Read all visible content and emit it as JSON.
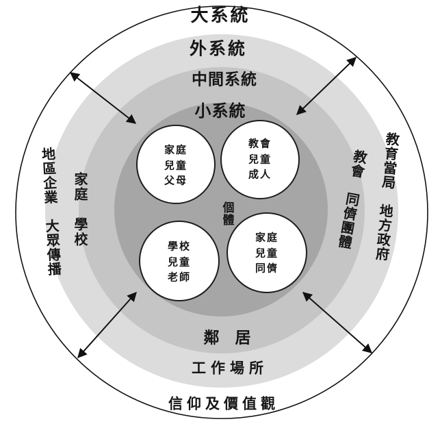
{
  "diagram": {
    "systems": {
      "macro": "大系統",
      "exo": "外系統",
      "meso": "中間系統",
      "micro": "小系統"
    },
    "individual": "個體",
    "microsystem_circles": {
      "top_left": {
        "lines": [
          "家庭",
          "兒童",
          "父母"
        ]
      },
      "top_right": {
        "lines": [
          "教會",
          "兒童",
          "成人"
        ]
      },
      "bottom_left": {
        "lines": [
          "學校",
          "兒童",
          "老師"
        ]
      },
      "bottom_right": {
        "lines": [
          "家庭",
          "兒童",
          "同儕"
        ]
      }
    },
    "ring_labels": {
      "exo_left": "地區企業　大眾傳播",
      "meso_left": "家庭　學校",
      "exo_right": "教育當局　地方政府",
      "meso_right": "教會　同儕團體",
      "meso_bottom": "鄰　居",
      "exo_bottom": "工作場所",
      "macro_bottom": "信仰及價值觀"
    },
    "colors": {
      "macro_ring": "#ffffff",
      "exo_ring": "#dcdcdc",
      "meso_ring": "#c5c5c5",
      "micro_disk": "#a6a6a6",
      "inner_circle": "#ffffff",
      "line": "#111111"
    }
  }
}
